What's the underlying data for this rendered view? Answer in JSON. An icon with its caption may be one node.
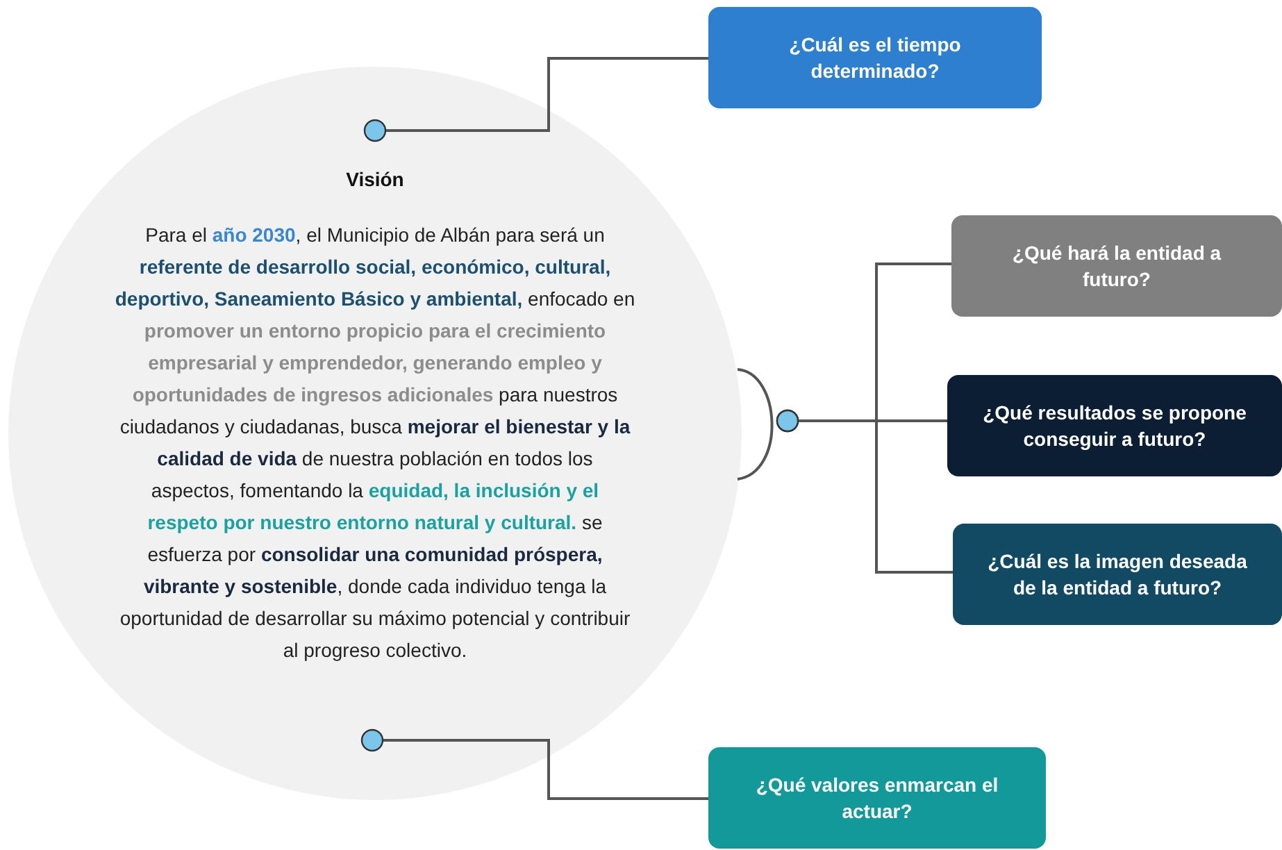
{
  "diagram": {
    "nodes": [
      {
        "text": [
          "Visión",
          "Para el **año 2030**, el Municipio de Albán para será un **referente de desarrollo social, económico, cultural, deportivo, Saneamiento Básico y ambiental,** enfocado en **promover un entorno propicio para el crecimiento empresarial y emprendedor, generando empleo y oportunidades de ingresos adicionales** para nuestros ciudadanos y ciudadanas, busca **mejorar el bienestar y la calidad de vida** de nuestra población en todos los aspectos, fomentando la **equidad, la inclusión y el respeto por nuestro entorno natural y cultural.** se esfuerza por **consolidar una comunidad próspera, vibrante y sostenible**, donde cada individuo tenga la oportunidad de desarrollar su máximo potencial y contribuir al progreso colectivo."
        ]
      },
      {
        "text": [
          "¿Cuál es el tiempo determinado?"
        ]
      },
      {
        "text": [
          "¿Qué hará la entidad a futuro?"
        ]
      },
      {
        "text": [
          "¿Qué resultados se propone conseguir a futuro?"
        ]
      },
      {
        "text": [
          "¿Cuál es la imagen deseada de la entidad a futuro?"
        ]
      },
      {
        "text": [
          "¿Qué valores enmarcan el actuar?"
        ]
      }
    ],
    "edges": [
      {
        "from": 0,
        "to": 1,
        "arrow": "other"
      },
      {
        "from": 0,
        "to": 2,
        "arrow": "other"
      },
      {
        "from": 0,
        "to": 3,
        "arrow": "other"
      },
      {
        "from": 0,
        "to": 4,
        "arrow": "other"
      },
      {
        "from": 0,
        "to": 5,
        "arrow": "other"
      }
    ]
  }
}
